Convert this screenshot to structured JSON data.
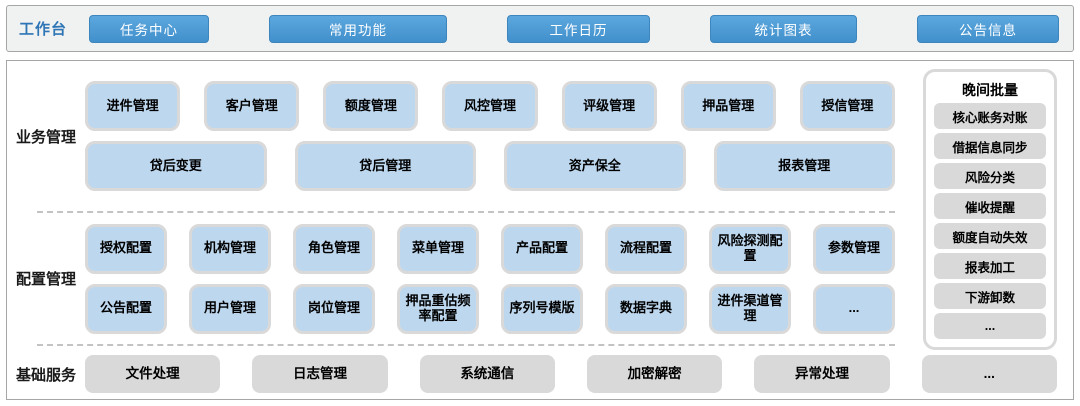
{
  "workbench": {
    "label": "工作台",
    "buttons": [
      "任务中心",
      "常用功能",
      "工作日历",
      "统计图表",
      "公告信息"
    ]
  },
  "sections": {
    "business": {
      "label": "业务管理",
      "row1": [
        "进件管理",
        "客户管理",
        "额度管理",
        "风控管理",
        "评级管理",
        "押品管理",
        "授信管理"
      ],
      "row2": [
        "贷后变更",
        "贷后管理",
        "资产保全",
        "报表管理"
      ]
    },
    "config": {
      "label": "配置管理",
      "row1": [
        "授权配置",
        "机构管理",
        "角色管理",
        "菜单管理",
        "产品配置",
        "流程配置",
        "风险探测配置",
        "参数管理"
      ],
      "row2": [
        "公告配置",
        "用户管理",
        "岗位管理",
        "押品重估频率配置",
        "序列号模版",
        "数据字典",
        "进件渠道管理",
        "..."
      ]
    },
    "base": {
      "label": "基础服务",
      "items": [
        "文件处理",
        "日志管理",
        "系统通信",
        "加密解密",
        "异常处理",
        "..."
      ]
    }
  },
  "sidebar": {
    "title": "晚间批量",
    "items": [
      "核心账务对账",
      "借据信息同步",
      "风险分类",
      "催收提醒",
      "额度自动失效",
      "报表加工",
      "下游卸数",
      "..."
    ]
  },
  "colors": {
    "topbar_background": "#f0f1f1",
    "panel_border": "#a6a6a6",
    "top_button_blue": "#4a97d2",
    "module_button_blue": "#bdd7ee",
    "button_ring_gray": "#d9d9d9",
    "service_button_gray": "#d9d9d9",
    "workbench_label_blue": "#2e75b6",
    "divider_dash": "#c3c3c3",
    "top_button_text": "#ffffff",
    "module_button_text": "#000000"
  }
}
